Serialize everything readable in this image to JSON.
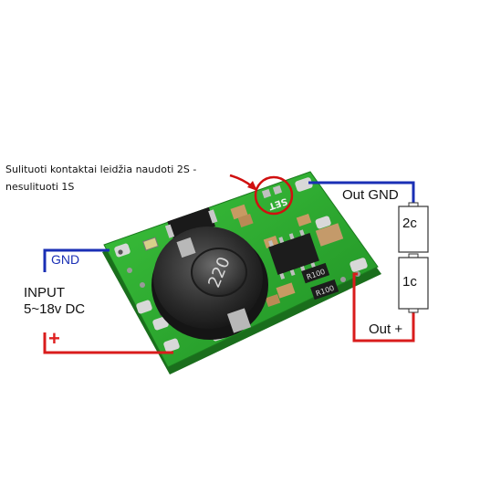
{
  "annotation": {
    "line1": "Sulituoti kontaktai leidžia naudoti 2S -",
    "line2": "nesulituoti 1S"
  },
  "input": {
    "gnd_label": "GND",
    "title": "INPUT",
    "voltage": "5~18v DC",
    "plus_symbol": "+"
  },
  "output": {
    "gnd_label": "Out GND",
    "plus_label": "Out +"
  },
  "cells": {
    "top": "2c",
    "bottom": "1c"
  },
  "board": {
    "inductor_marking": "220",
    "set_marking": "SET",
    "resistor_marking": "R100",
    "resistor2_marking": "R100"
  },
  "colors": {
    "wire_gnd": "#1a2fb5",
    "wire_plus": "#d91c1c",
    "pcb": "#2fa82f",
    "highlight_circle": "#d01010"
  }
}
